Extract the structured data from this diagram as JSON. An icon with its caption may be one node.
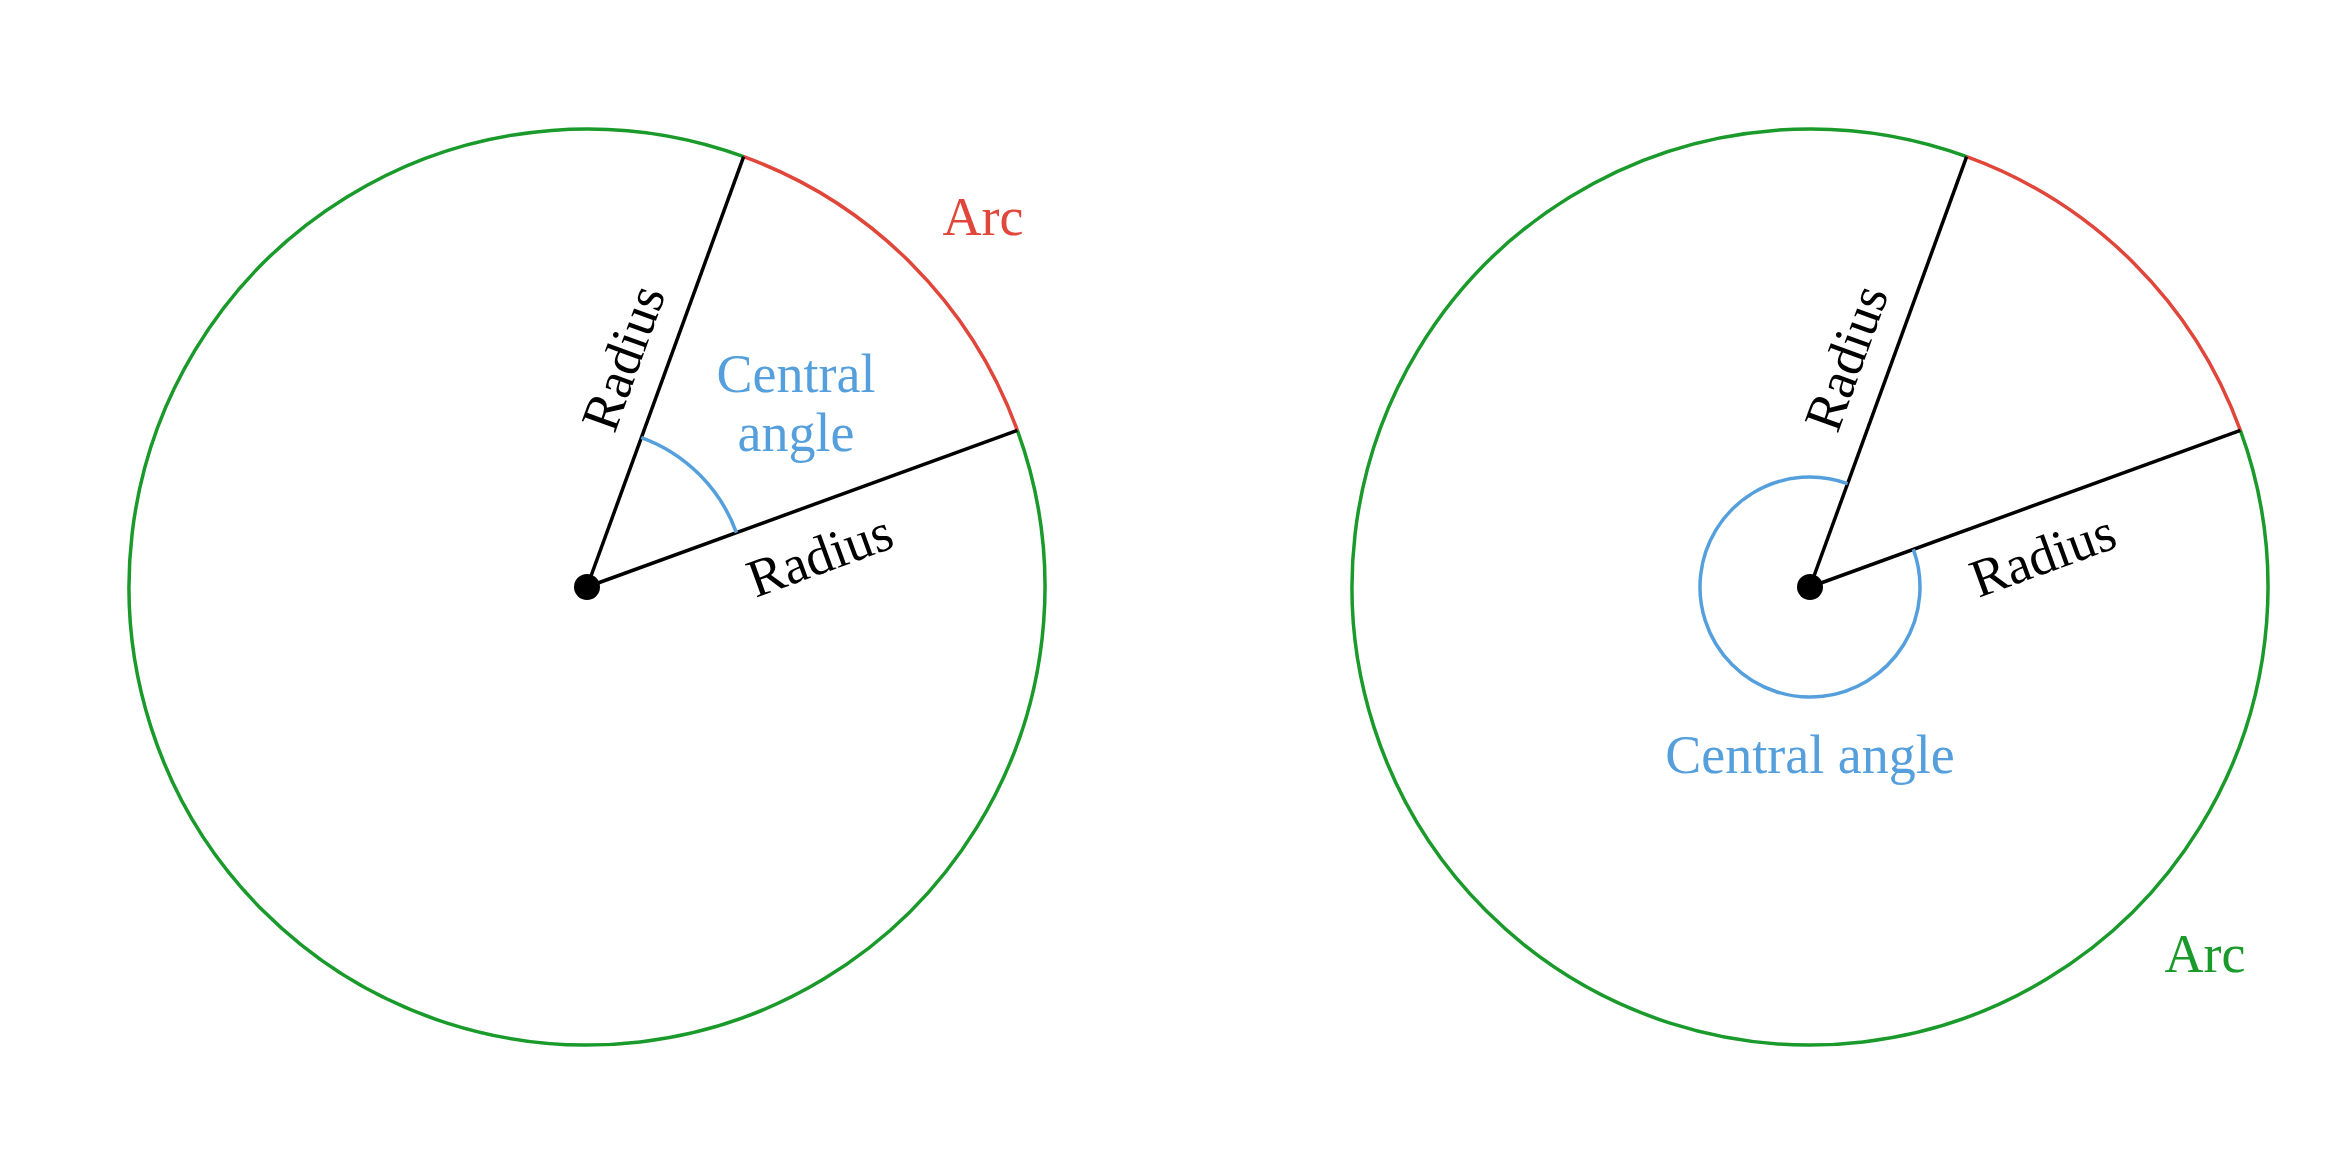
{
  "diagram": {
    "labels": [
      "Arc",
      "Radius",
      "Central angle",
      "Radius",
      "Radius",
      "Radius",
      "Central angle",
      "Arc"
    ]
  }
}
